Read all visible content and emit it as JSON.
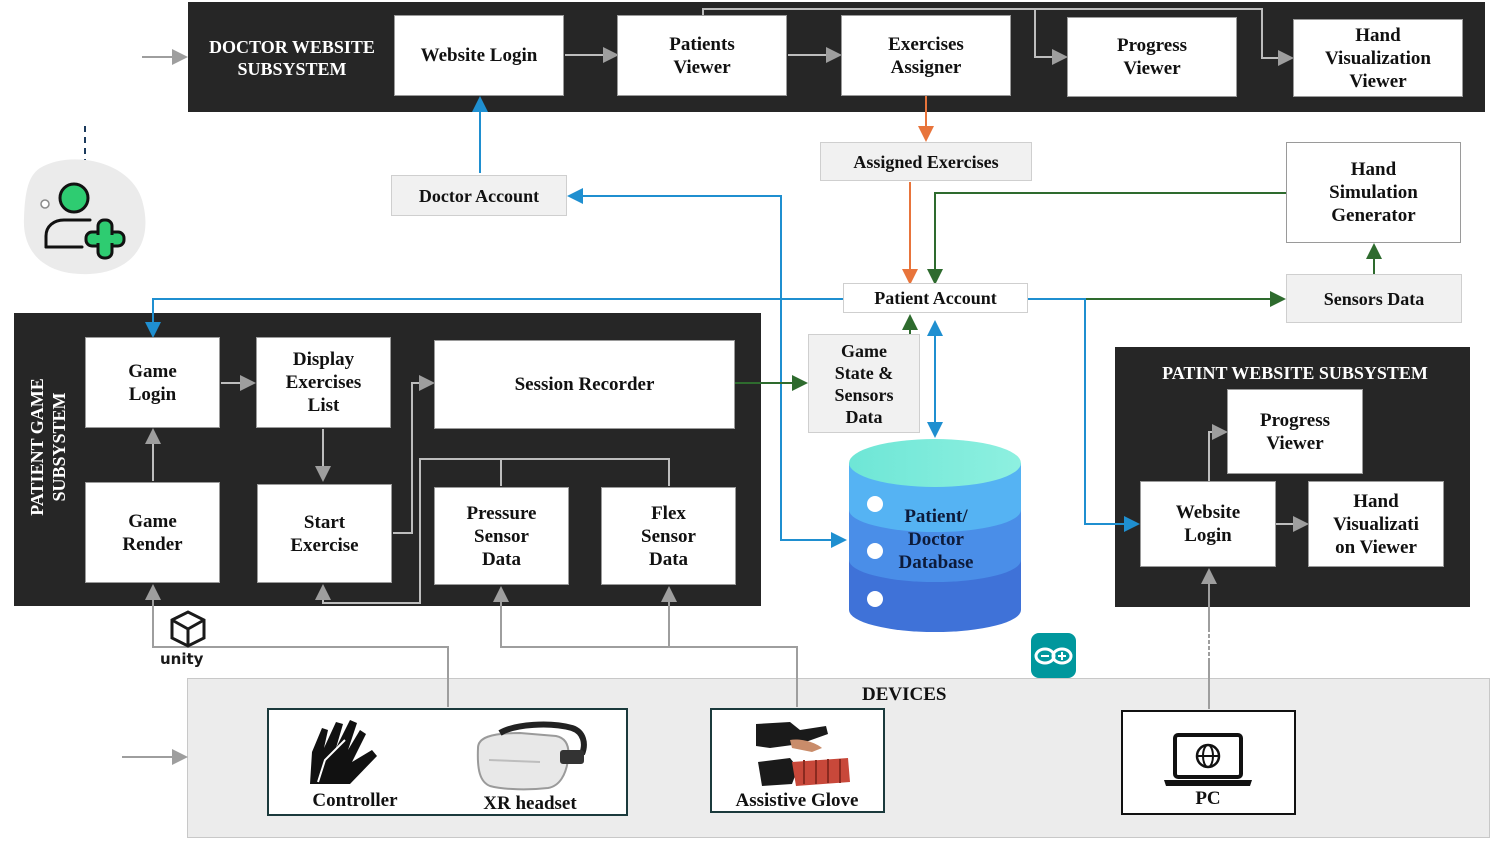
{
  "doctor_subsystem": {
    "title": "DOCTOR WEBSITE\nSUBSYSTEM",
    "website_login": "Website Login",
    "patients_viewer": "Patients\nViewer",
    "exercises_assigner": "Exercises\nAssigner",
    "progress_viewer": "Progress\nViewer",
    "hand_visualization_viewer": "Hand\nVisualization\nViewer"
  },
  "assigned_exercises": "Assigned Exercises",
  "doctor_account": "Doctor Account",
  "hand_simulation_generator": "Hand\nSimulation\nGenerator",
  "patient_account": "Patient Account",
  "sensors_data": "Sensors Data",
  "game_state_sensors_data": "Game\nState &\nSensors\nData",
  "database": "Patient/\nDoctor\nDatabase",
  "patient_game_subsystem": {
    "title": "PATIENT GAME\nSUBSYSTEM",
    "game_login": "Game\nLogin",
    "display_exercises_list": "Display\nExercises\nList",
    "session_recorder": "Session Recorder",
    "game_render": "Game\nRender",
    "start_exercise": "Start\nExercise",
    "pressure_sensor_data": "Pressure\nSensor\nData",
    "flex_sensor_data": "Flex\nSensor\nData"
  },
  "patient_website_subsystem": {
    "title": "PATINT WEBSITE SUBSYSTEM",
    "progress_viewer": "Progress\nViewer",
    "website_login": "Website\nLogin",
    "hand_visualization_viewer": "Hand\nVisualizati\non Viewer"
  },
  "devices": {
    "title": "DEVICES",
    "controller": "Controller",
    "xr_headset": "XR headset",
    "assistive_glove": "Assistive Glove",
    "pc": "PC"
  },
  "unity_logo_text": "unity",
  "colors": {
    "panel_dark": "#262626",
    "blue_arrow": "#1f8fd0",
    "green_arrow": "#2e6b2e",
    "orange_arrow": "#e8743b",
    "gray_arrow": "#9e9e9e"
  }
}
